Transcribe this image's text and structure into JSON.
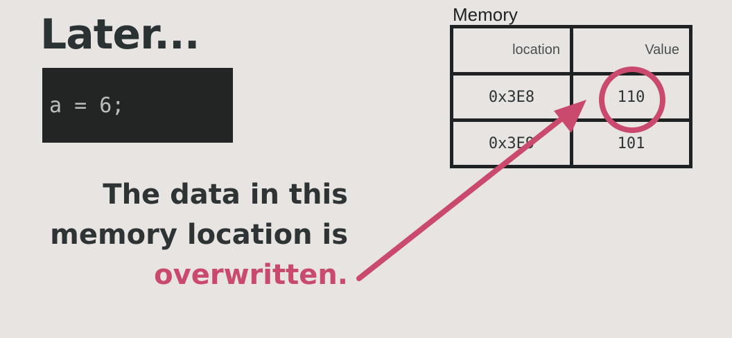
{
  "slide": {
    "title": "Later...",
    "code": "a = 6;",
    "explanation": {
      "line1": "The data in this",
      "line2": "memory location is",
      "line3": "overwritten."
    }
  },
  "memory": {
    "label": "Memory",
    "headers": {
      "location": "location",
      "value": "Value"
    },
    "rows": [
      {
        "location": "0x3E8",
        "value": "110"
      },
      {
        "location": "0x3E9",
        "value": "101"
      }
    ],
    "highlighted_value": "110"
  },
  "colors": {
    "background": "#e7e4e1",
    "text": "#2e3434",
    "accent": "#c94a6c",
    "code_background": "#232525",
    "code_text": "#bdbdbd",
    "table_border": "#1f2222"
  },
  "icons": {
    "arrow": "arrow-icon",
    "circle": "highlight-circle-icon"
  }
}
